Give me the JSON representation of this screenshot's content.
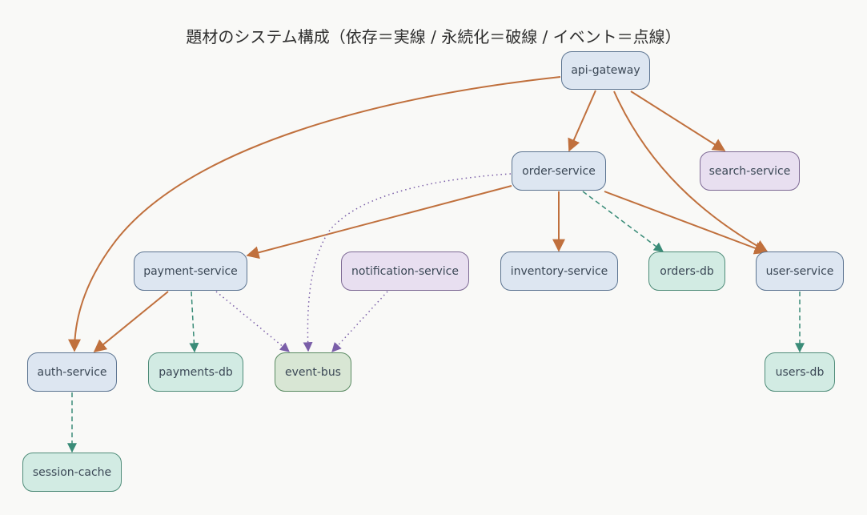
{
  "title": "題材のシステム構成（依存＝実線 / 永続化＝破線 / イベント＝点線）",
  "nodes": {
    "api_gateway": "api-gateway",
    "order_service": "order-service",
    "search_service": "search-service",
    "payment_service": "payment-service",
    "notification_service": "notification-service",
    "inventory_service": "inventory-service",
    "orders_db": "orders-db",
    "user_service": "user-service",
    "auth_service": "auth-service",
    "payments_db": "payments-db",
    "event_bus": "event-bus",
    "users_db": "users-db",
    "session_cache": "session-cache"
  },
  "edge_styles": {
    "dependency": {
      "color": "#c0703d",
      "line": "solid"
    },
    "persistence": {
      "color": "#3a8c78",
      "line": "dashed"
    },
    "event": {
      "color": "#7a5ea8",
      "line": "dotted"
    }
  },
  "edges": [
    {
      "from": "api-gateway",
      "to": "order-service",
      "kind": "dependency"
    },
    {
      "from": "api-gateway",
      "to": "search-service",
      "kind": "dependency"
    },
    {
      "from": "api-gateway",
      "to": "user-service",
      "kind": "dependency"
    },
    {
      "from": "api-gateway",
      "to": "auth-service",
      "kind": "dependency"
    },
    {
      "from": "order-service",
      "to": "payment-service",
      "kind": "dependency"
    },
    {
      "from": "order-service",
      "to": "inventory-service",
      "kind": "dependency"
    },
    {
      "from": "order-service",
      "to": "user-service",
      "kind": "dependency"
    },
    {
      "from": "order-service",
      "to": "orders-db",
      "kind": "persistence"
    },
    {
      "from": "order-service",
      "to": "event-bus",
      "kind": "event"
    },
    {
      "from": "payment-service",
      "to": "auth-service",
      "kind": "dependency"
    },
    {
      "from": "payment-service",
      "to": "payments-db",
      "kind": "persistence"
    },
    {
      "from": "payment-service",
      "to": "event-bus",
      "kind": "event"
    },
    {
      "from": "notification-service",
      "to": "event-bus",
      "kind": "event"
    },
    {
      "from": "user-service",
      "to": "users-db",
      "kind": "persistence"
    },
    {
      "from": "auth-service",
      "to": "session-cache",
      "kind": "persistence"
    }
  ]
}
